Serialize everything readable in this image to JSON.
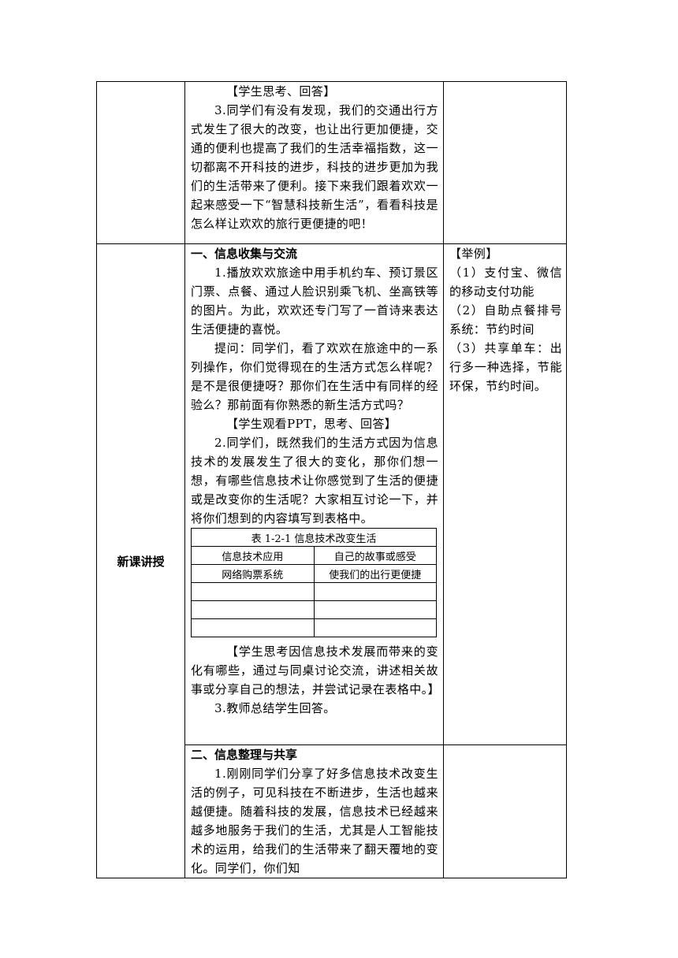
{
  "rows": [
    {
      "label": "",
      "paragraphs": [
        "【学生思考、回答】",
        "3.同学们有没有发现，我们的交通出行方式发生了很大的改变，也让出行更加便捷，交通的便利也提高了我们的生活幸福指数，这一切都离不开科技的进步，科技的进步更加为我们的生活带来了便利。接下来我们跟着欢欢一起来感受一下“智慧科技新生活”，看看科技是怎么样让欢欢的旅行更便捷的吧！"
      ],
      "note": []
    }
  ],
  "section_label": "新课讲授",
  "section1": {
    "heading": "一、信息收集与交流",
    "p1": "1.播放欢欢旅途中用手机约车、预订景区门票、点餐、通过人脸识别乘飞机、坐高铁等的图片。为此，欢欢还专门写了一首诗来表达生活便捷的喜悦。",
    "p2": "提问：同学们，看了欢欢在旅途中的一系列操作，你们觉得现在的生活方式怎么样呢？是不是很便捷呀？那你们在生活中有同样的经验么？那前面有你熟悉的新生活方式吗？",
    "p3": "【学生观看PPT，思考、回答】",
    "p4": "2.同学们，既然我们的生活方式因为信息技术的发展发生了很大的变化，那你们想一想，有哪些信息技术让你感觉到了生活的便捷或是改变你的生活呢？大家相互讨论一下，并将你们想到的内容填写到表格中。",
    "table": {
      "caption": "表 1-2-1 信息技术改变生活",
      "headers": [
        "信息技术应用",
        "自己的故事或感受"
      ],
      "rows": [
        [
          "网络购票系统",
          "使我们的出行更便捷"
        ],
        [
          "",
          ""
        ],
        [
          "",
          ""
        ],
        [
          "",
          ""
        ]
      ]
    },
    "p5": "【学生思考因信息技术发展而带来的变化有哪些，通过与同桌讨论交流，讲述相关故事或分享自己的想法，并尝试记录在表格中。】",
    "p6": "3.教师总结学生回答。",
    "note_title": "【举例】",
    "note_items": [
      "（1）支付宝、微信的移动支付功能",
      "（2）自助点餐排号系统：节约时间",
      "（3）共享单车：出行多一种选择，节能环保，节约时间。"
    ]
  },
  "section2": {
    "heading": "二、信息整理与共享",
    "p1": "1.刚刚同学们分享了好多信息技术改变生活的例子，可见科技在不断进步，生活也越来越便捷。随着科技的发展，信息技术已经越来越多地服务于我们的生活，尤其是人工智能技术的运用，给我们的生活带来了翻天覆地的变化。同学们，你们知"
  }
}
